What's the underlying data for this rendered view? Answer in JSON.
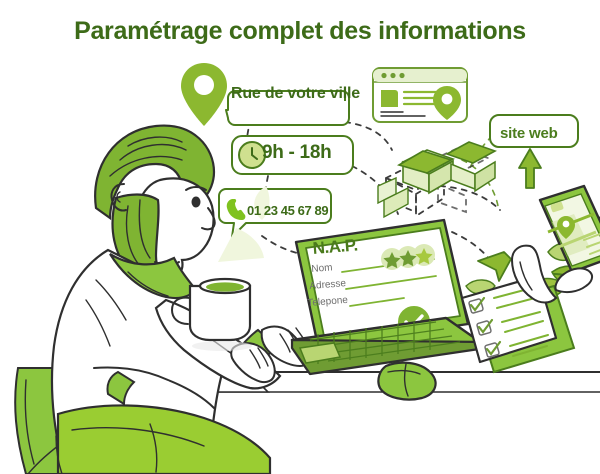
{
  "page": {
    "title": "Paramétrage complet des informations",
    "background_color": "#ffffff",
    "accent_dark_green": "#3d6b18",
    "accent_green": "#7fb432",
    "accent_light_green": "#c4dd8a",
    "accent_olive": "#8cb830"
  },
  "callouts": {
    "street": {
      "label": "Rue de votre ville",
      "icon": "location-pin-icon"
    },
    "hours": {
      "label": "9h - 18h",
      "icon": "clock-icon"
    },
    "phone": {
      "label": "01 23 45 67 89",
      "icon": "phone-handset-icon"
    },
    "website": {
      "label": "site web",
      "icon": "browser-window-icon"
    }
  },
  "laptop_screen": {
    "heading": "N.A.P.",
    "fields": [
      {
        "label": "Nom"
      },
      {
        "label": "Adresse"
      },
      {
        "label": "Telepone"
      }
    ],
    "rating_stars": 3,
    "status_icon": "check-circle-icon"
  },
  "scene": {
    "person": "man-typing-on-laptop",
    "objects": [
      "office-chair",
      "desk",
      "coffee-mug",
      "laptop",
      "computer-mouse",
      "clipboard-checklist",
      "smartphone-map",
      "houses-buildings",
      "leaves",
      "arrows"
    ]
  },
  "clipboard": {
    "items_checked": 3,
    "icon": "clipboard-icon"
  },
  "browser_mock": {
    "dots": 3,
    "icon": "map-pin-icon"
  }
}
